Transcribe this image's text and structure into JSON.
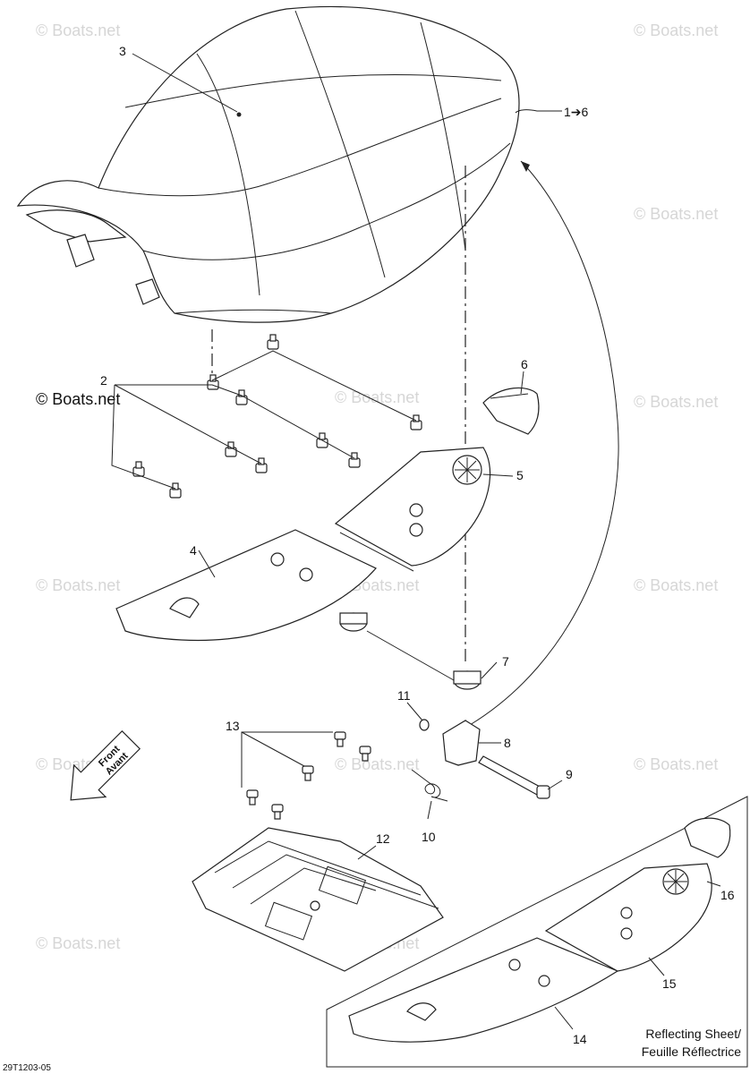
{
  "callouts": {
    "c1": "1➔6",
    "c2": "2",
    "c3": "3",
    "c4": "4",
    "c5": "5",
    "c6": "6",
    "c7": "7",
    "c8": "8",
    "c9": "9",
    "c10": "10",
    "c11": "11",
    "c12": "12",
    "c13": "13",
    "c14": "14",
    "c15": "15",
    "c16": "16"
  },
  "front_arrow": {
    "line1": "Front",
    "line2": "Avant"
  },
  "inset_caption": {
    "line1": "Reflecting Sheet/",
    "line2": "Feuille Réflectrice"
  },
  "watermark": "© Boats.net",
  "drawing_number": "29T1203-05"
}
